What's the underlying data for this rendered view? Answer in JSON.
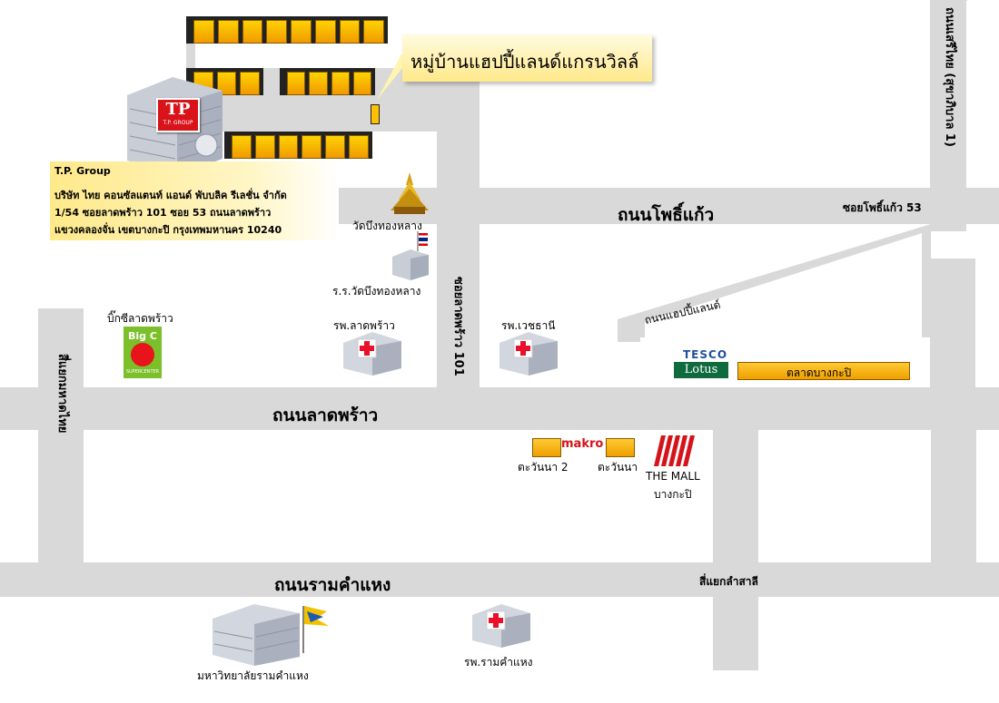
{
  "village": {
    "label": "หมู่บ้านแฮปปี้แลนด์แกรนวิลล์"
  },
  "company": {
    "name": "T.P. Group",
    "address_line1": "บริษัท ไทย คอนซัลแตนท์ แอนด์ พับบลิค รีเลชั่น จำกัด",
    "address_line2": "1/54 ซอยลาดพร้าว 101 ซอย 53 ถนนลาดพร้าว",
    "address_line3": "แขวงคลองจั่น เขตบางกะปิ กรุงเทพมหานคร 10240",
    "logo_text": "TP",
    "logo_sub": "T.P. GROUP"
  },
  "roads": {
    "pho_kaeo": "ถนนโพธิ์แก้ว",
    "soi_pho_kaeo_53": "ซอยโพธิ์แก้ว 53",
    "lat_phrao": "ถนนลาดพร้าว",
    "ramkhamhaeng": "ถนนรามคำแหง",
    "soi_lat_phrao_101": "ซอยลาดพร้าว 101",
    "happy_land": "ถนนแฮปปี้แลนด์",
    "sri_burapha": "ถนนเสรีไทย (สุขาภิบาล 1)",
    "intersection_mahatthai": "สี่แยกมหาดไทย",
    "intersection_lam_sali": "สี่แยกลำสาลี"
  },
  "places": {
    "temple": "วัดบึงทองหลาง",
    "school": "ร.ร.วัดบึงทองหลาง",
    "bigc": "บิ๊กซีลาดพร้าว",
    "bigc_logo": "Big C",
    "bigc_sub": "SUPERCENTER",
    "hosp_latphrao": "รพ.ลาดพร้าว",
    "hosp_vejthani": "รพ.เวชธานี",
    "tesco_top": "TESCO",
    "tesco_bottom": "Lotus",
    "bangkapi_market": "ตลาดบางกะปิ",
    "makro": "makro",
    "tawanna2": "ตะวันนา 2",
    "tawanna": "ตะวันนา",
    "mall_line1": "THE MALL",
    "mall_line2": "บางกะปิ",
    "university": "มหาวิทยาลัยรามคำแหง",
    "hosp_ram": "รพ.รามคำแหง"
  },
  "colors": {
    "road": "#d9d9d9",
    "callout": "#fff4b0",
    "building_fill": "#ffc000",
    "hospital_cross": "#e8102a"
  }
}
